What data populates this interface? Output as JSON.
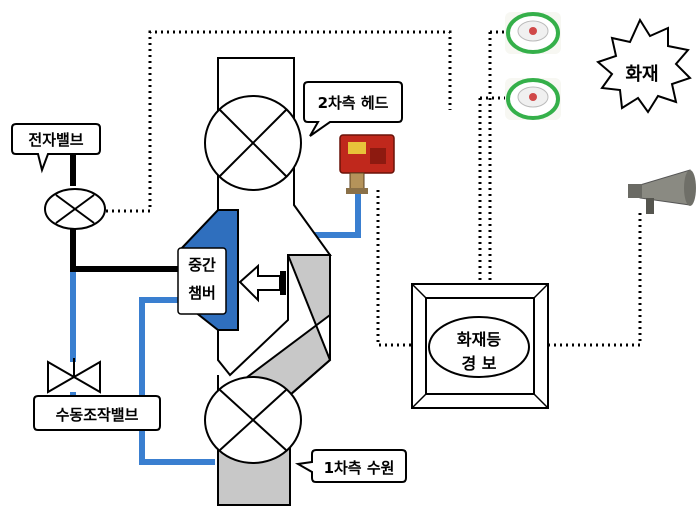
{
  "labels": {
    "solenoid_valve": "전자밸브",
    "secondary_head": "2차측 헤드",
    "middle_chamber_line1": "중간",
    "middle_chamber_line2": "챔버",
    "manual_valve": "수동조작밸브",
    "primary_source": "1차측 수원",
    "fire": "화재",
    "alarm_line1": "화재등",
    "alarm_line2": "경 보"
  },
  "colors": {
    "pipe_blue": "#3a7fd0",
    "chamber_blue": "#2f6fbe",
    "body_gray": "#c8c8c8",
    "wire_black": "#000000",
    "detector_green": "#35b04a",
    "head_red": "#c0281c"
  },
  "icons": [
    "detector-icon",
    "detector-icon",
    "fire-burst-icon",
    "siren-icon",
    "valve-icon",
    "sprinkler-head-icon"
  ]
}
